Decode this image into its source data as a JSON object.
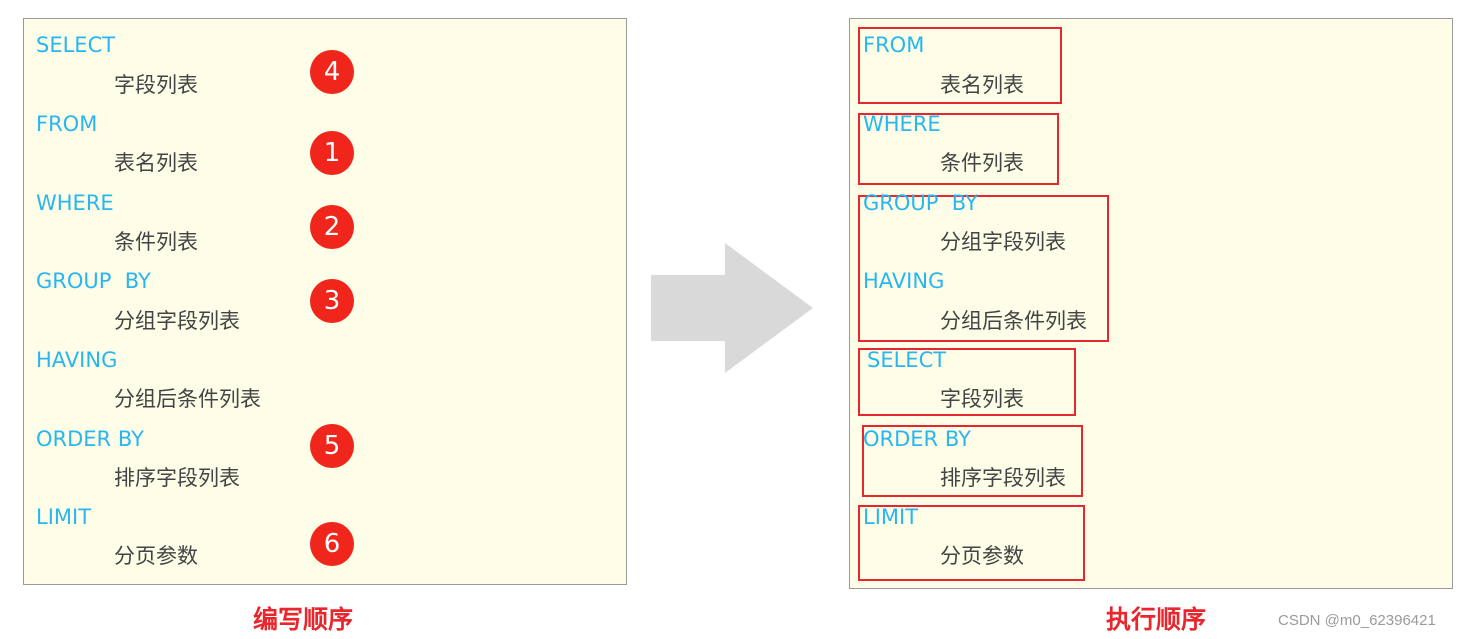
{
  "left": {
    "caption": "编写顺序",
    "clauses": [
      {
        "keyword": "SELECT",
        "detail": "字段列表",
        "order": "4"
      },
      {
        "keyword": "FROM",
        "detail": "表名列表",
        "order": "1"
      },
      {
        "keyword": "WHERE",
        "detail": "条件列表",
        "order": "2"
      },
      {
        "keyword": "GROUP  BY",
        "detail": "分组字段列表",
        "order": "3"
      },
      {
        "keyword": "HAVING",
        "detail": "分组后条件列表"
      },
      {
        "keyword": "ORDER BY",
        "detail": "排序字段列表",
        "order": "5"
      },
      {
        "keyword": "LIMIT",
        "detail": "分页参数",
        "order": "6"
      }
    ]
  },
  "right": {
    "caption": "执行顺序",
    "clauses": [
      {
        "keyword": "FROM",
        "detail": "表名列表"
      },
      {
        "keyword": "WHERE",
        "detail": "条件列表"
      },
      {
        "keyword": "GROUP  BY",
        "detail": "分组字段列表"
      },
      {
        "keyword": "HAVING",
        "detail": "分组后条件列表"
      },
      {
        "keyword": "SELECT",
        "detail": "字段列表"
      },
      {
        "keyword": "ORDER BY",
        "detail": "排序字段列表"
      },
      {
        "keyword": "LIMIT",
        "detail": "分页参数"
      }
    ]
  },
  "watermark": "CSDN @m0_62396421",
  "colors": {
    "keyword": "#29b6f0",
    "detail": "#444444",
    "highlight": "#e8262e",
    "badge": "#f0261c",
    "panel": "#fefde7",
    "arrow": "#d9d9d9"
  }
}
